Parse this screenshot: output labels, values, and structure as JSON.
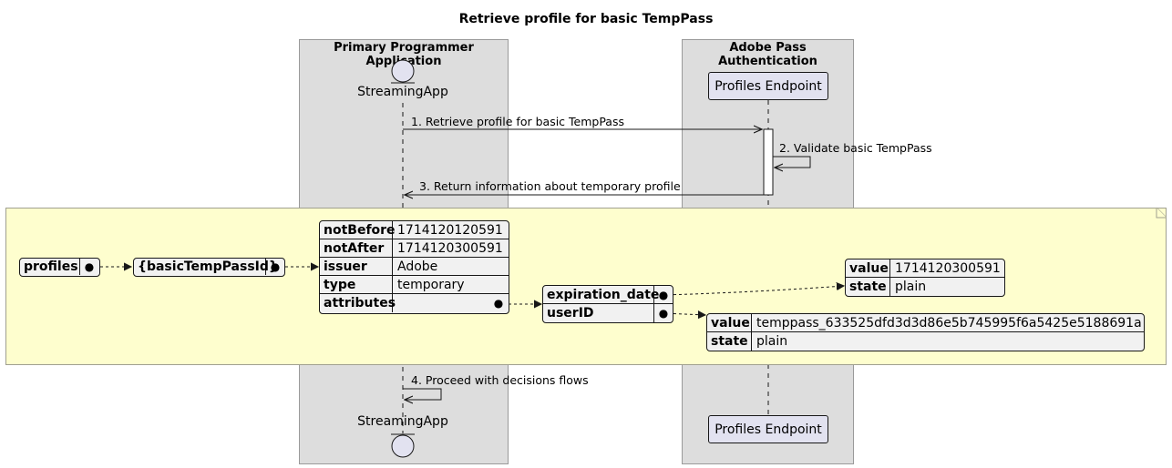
{
  "title": "Retrieve profile for basic TempPass",
  "boxes": {
    "programmer": "Primary Programmer Application",
    "adobe": "Adobe Pass Authentication"
  },
  "participants": {
    "streaming_app": "StreamingApp",
    "profiles_endpoint": "Profiles Endpoint"
  },
  "messages": [
    "1. Retrieve profile for basic TempPass",
    "2. Validate basic TempPass",
    "3. Return information about temporary profile",
    "4. Proceed with decisions flows"
  ],
  "note": {
    "profiles_key": "profiles",
    "profile_key": "{basicTempPassId}",
    "profile_fields": [
      {
        "key": "notBefore",
        "value": "1714120120591"
      },
      {
        "key": "notAfter",
        "value": "1714120300591"
      },
      {
        "key": "issuer",
        "value": "Adobe"
      },
      {
        "key": "type",
        "value": "temporary"
      },
      {
        "key": "attributes",
        "value": ""
      }
    ],
    "attributes": [
      "expiration_date",
      "userID"
    ],
    "expiration_date": [
      {
        "key": "value",
        "value": "1714120300591"
      },
      {
        "key": "state",
        "value": "plain"
      }
    ],
    "user_id": [
      {
        "key": "value",
        "value": "temppass_633525dfd3d3d86e5b745995f6a5425e5188691a"
      },
      {
        "key": "state",
        "value": "plain"
      }
    ]
  }
}
